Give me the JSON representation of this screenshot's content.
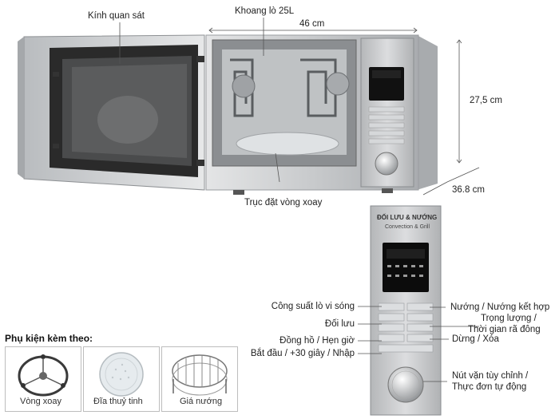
{
  "callouts": {
    "glass": "Kính quan sát",
    "cavity": "Khoang lò 25L",
    "width": "46 cm",
    "height": "27,5 cm",
    "depth": "36.8 cm",
    "turntable_axis": "Trục đặt vòng xoay"
  },
  "panel": {
    "brand_vi": "ĐỐI LƯU & NƯỚNG",
    "brand_en": "Convection & Grill",
    "left_labels": [
      "Công suất lò vi sóng",
      "Đối lưu",
      "Đồng hồ / Hẹn giờ",
      "Bắt đầu / +30 giây / Nhập"
    ],
    "right_labels": [
      "Nướng / Nướng kết hợp",
      "Trọng lượng /",
      "Thời gian rã đông",
      "Dừng / Xóa",
      "Nút vặn tùy chỉnh /",
      "Thực đơn tự động"
    ]
  },
  "accessories": {
    "title": "Phụ kiện kèm theo:",
    "items": [
      {
        "label": "Vòng xoay",
        "icon": "turntable-ring-icon"
      },
      {
        "label": "Đĩa thuỷ tinh",
        "icon": "glass-plate-icon"
      },
      {
        "label": "Giá nướng",
        "icon": "grill-rack-icon"
      }
    ]
  },
  "colors": {
    "steel": "#c9cbcd",
    "steel_dark": "#8e9194",
    "display": "#111111",
    "line": "#555555"
  }
}
